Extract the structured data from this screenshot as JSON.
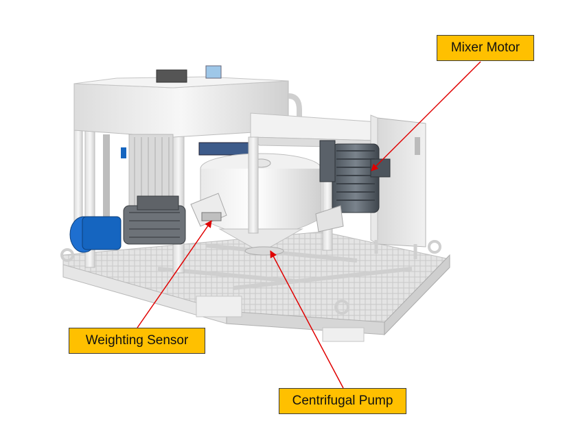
{
  "labels": {
    "mixer_motor": "Mixer Motor",
    "weighting_sensor": "Weighting Sensor",
    "centrifugal_pump": "Centrifugal Pump"
  },
  "colors": {
    "callout_fill": "#ffc000",
    "leader_line": "#e00000",
    "frame": "#e8e8e8",
    "pump_blue": "#1565c0",
    "motor_gray": "#5f6770"
  }
}
